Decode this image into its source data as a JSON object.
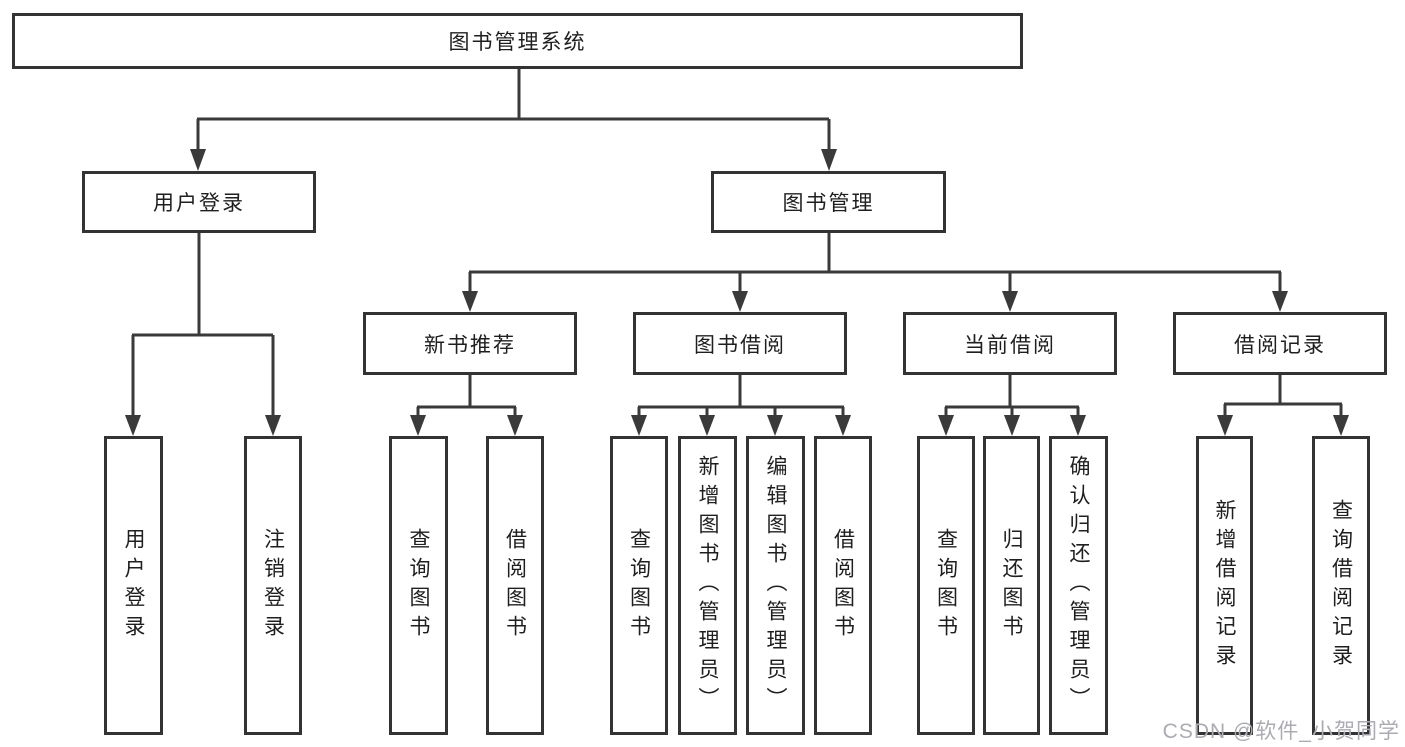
{
  "diagram": {
    "type": "hierarchy-tree",
    "title": "图书管理系统",
    "tree": {
      "图书管理系统": {
        "用户登录": [
          "用户登录",
          "注销登录"
        ],
        "图书管理": {
          "新书推荐": [
            "查询图书",
            "借阅图书"
          ],
          "图书借阅": [
            "查询图书",
            "新增图书（管理员）",
            "编辑图书（管理员）",
            "借阅图书"
          ],
          "当前借阅": [
            "查询图书",
            "归还图书",
            "确认归还（管理员）"
          ],
          "借阅记录": [
            "新增借阅记录",
            "查询借阅记录"
          ]
        }
      }
    }
  },
  "nodes": {
    "root": "图书管理系统",
    "user_login": "用户登录",
    "book_mgmt": "图书管理",
    "new_book_rec": "新书推荐",
    "book_borrow": "图书借阅",
    "current_borrow": "当前借阅",
    "borrow_record": "借阅记录",
    "v_user_login": "用户登录",
    "v_logout": "注销登录",
    "v_query_book_1": "查询图书",
    "v_borrow_book_1": "借阅图书",
    "v_query_book_2": "查询图书",
    "v_add_book": "新增图书（管理员）",
    "v_edit_book": "编辑图书（管理员）",
    "v_borrow_book_2": "借阅图书",
    "v_query_book_3": "查询图书",
    "v_return_book": "归还图书",
    "v_confirm_return": "确认归还（管理员）",
    "v_add_borrow_record": "新增借阅记录",
    "v_query_borrow_record": "查询借阅记录"
  },
  "watermark": {
    "text": "CSDN @软件_小贺同学"
  },
  "colors": {
    "line": "#3a3a3a",
    "border": "#333333",
    "text": "#1f1f1f",
    "watermark": "#ababb3",
    "background": "#ffffff"
  }
}
